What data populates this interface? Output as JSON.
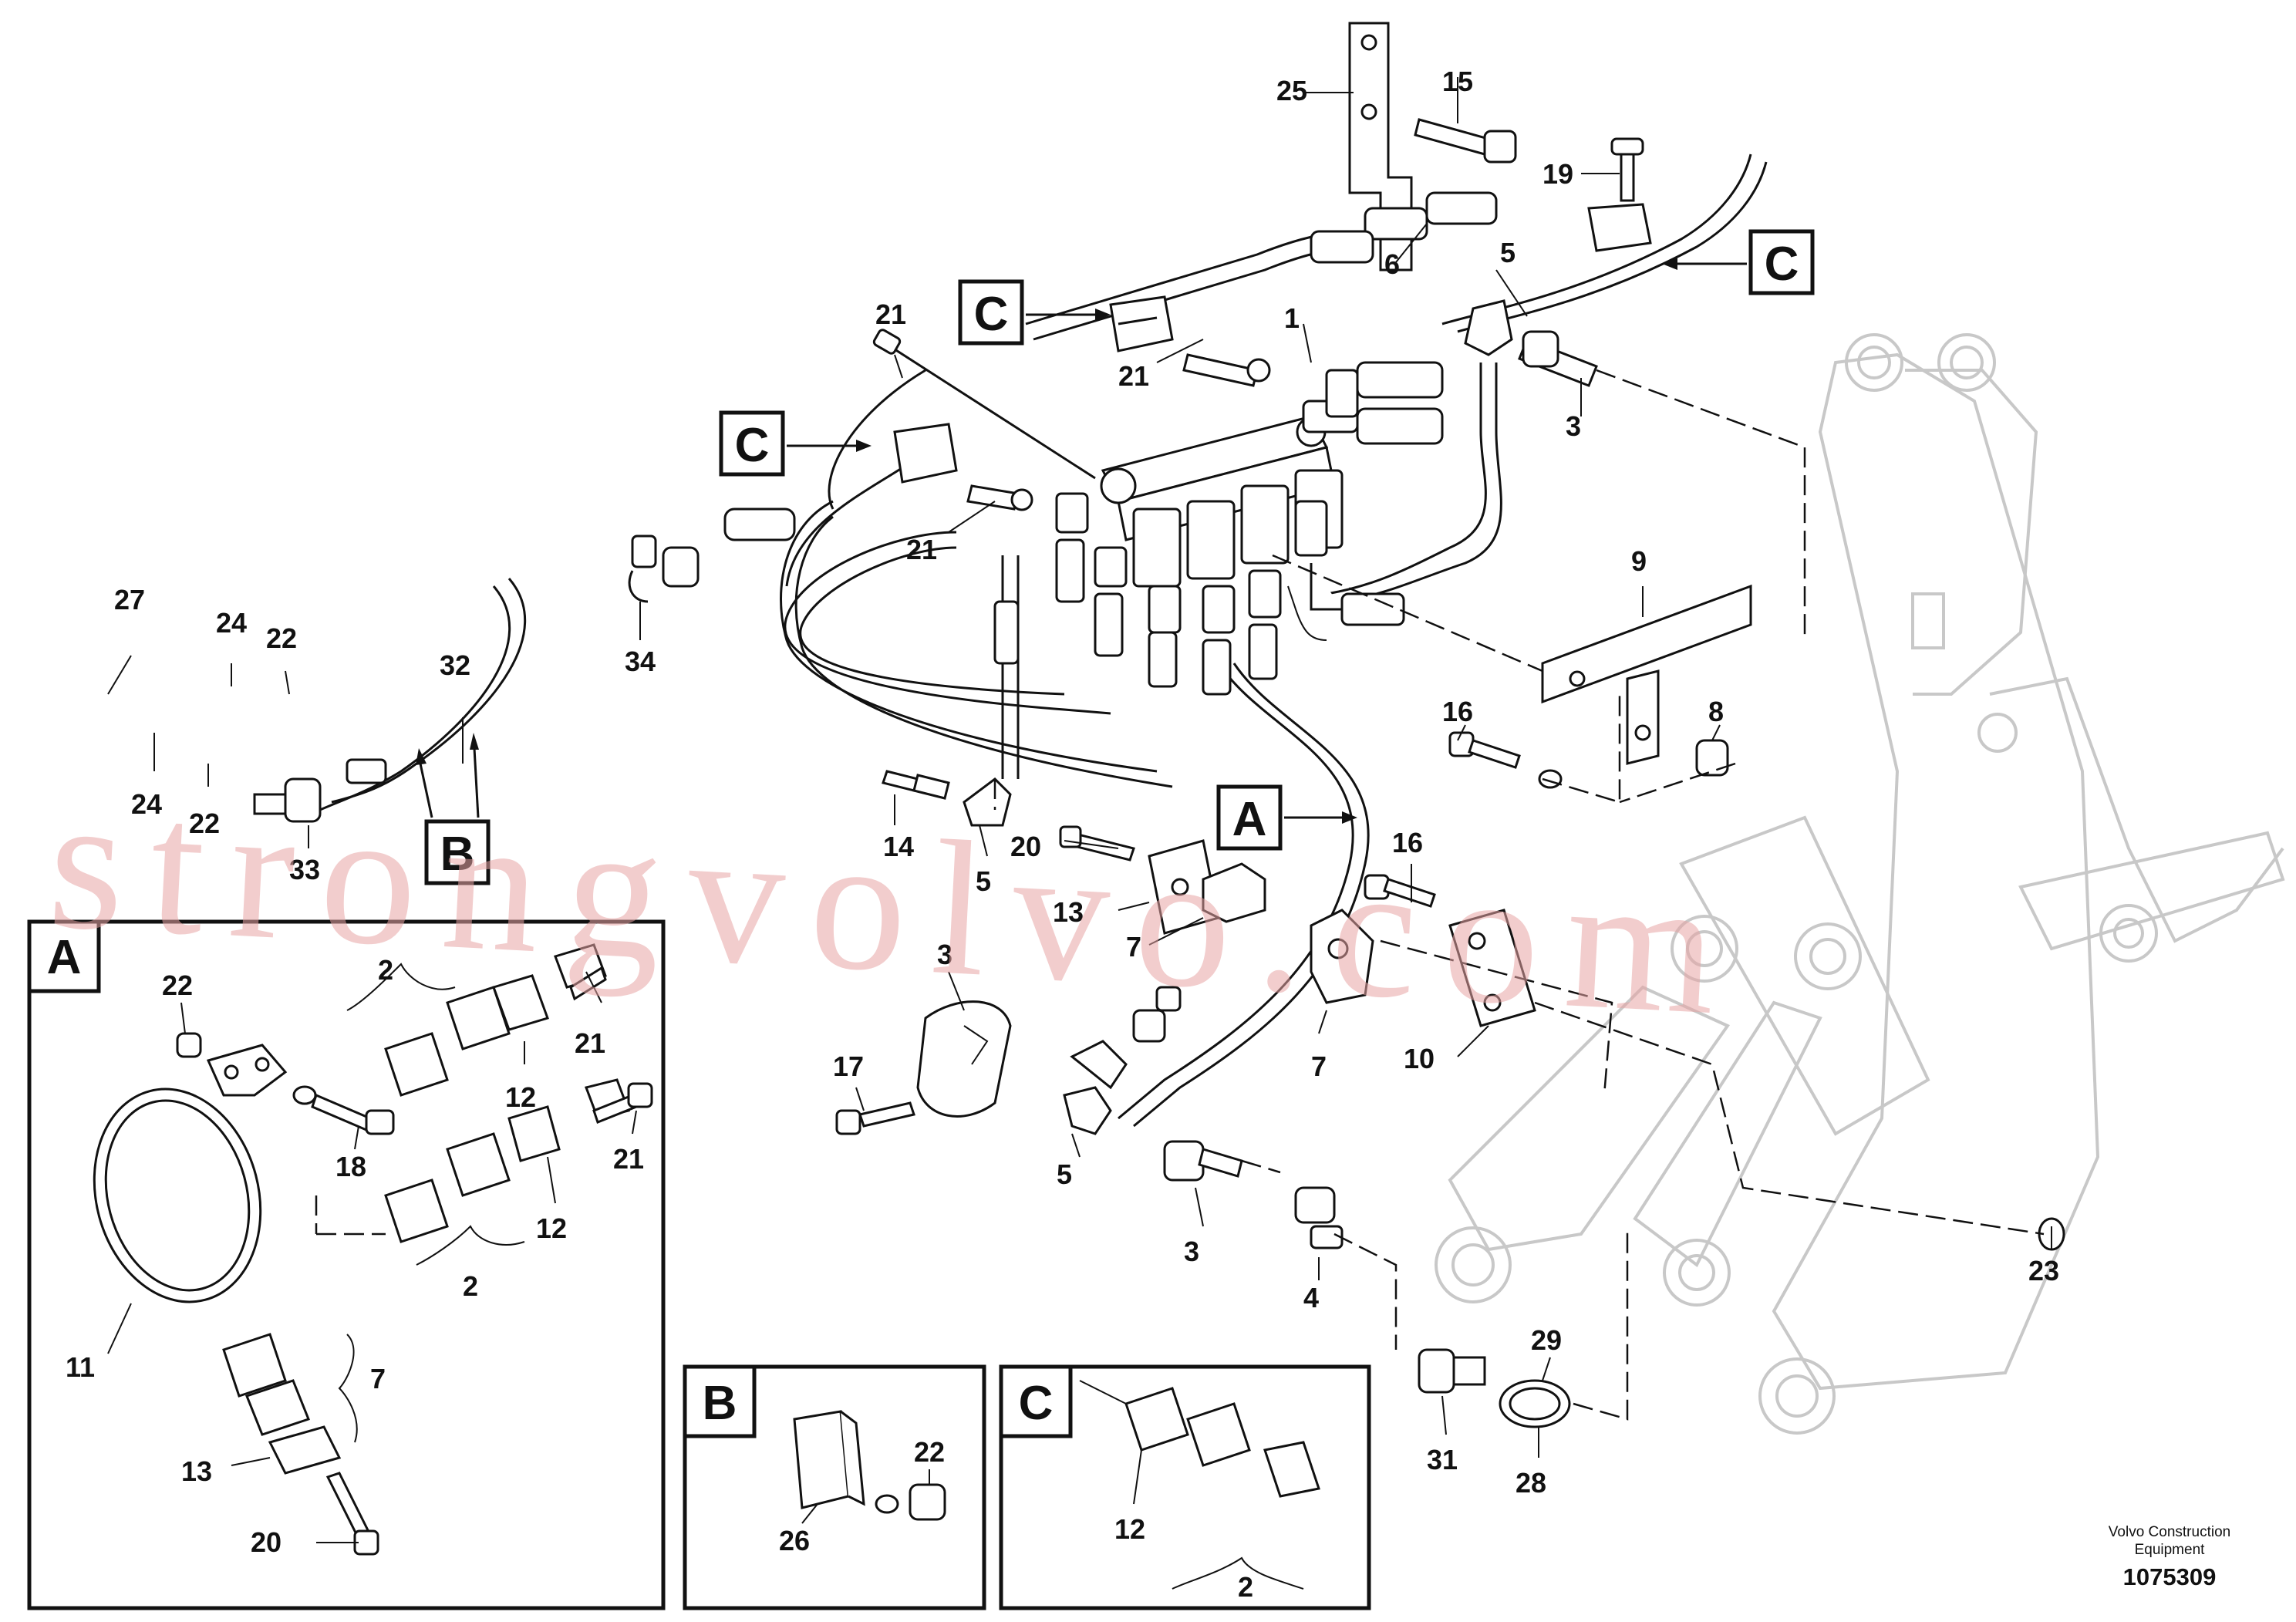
{
  "watermark": "strongvolvo.com",
  "footer": {
    "company_line1": "Volvo Construction",
    "company_line2": "Equipment",
    "drawing_number": "1075309"
  },
  "detail_boxes": {
    "A": "A",
    "B": "B",
    "C": "C"
  },
  "callouts": {
    "A": "A",
    "B": "B",
    "C": "C"
  },
  "labels": {
    "l1": "1",
    "l2a": "2",
    "l2b": "2",
    "l2c": "2",
    "l3a": "3",
    "l3b": "3",
    "l3c": "3",
    "l4": "4",
    "l5a": "5",
    "l5b": "5",
    "l5c": "5",
    "l6": "6",
    "l7a": "7",
    "l7b": "7",
    "l7c": "7",
    "l8": "8",
    "l9": "9",
    "l10": "10",
    "l11": "11",
    "l12a": "12",
    "l12b": "12",
    "l12c": "12",
    "l13a": "13",
    "l13b": "13",
    "l14": "14",
    "l15": "15",
    "l16a": "16",
    "l16b": "16",
    "l17": "17",
    "l18": "18",
    "l19": "19",
    "l20a": "20",
    "l20b": "20",
    "l21a": "21",
    "l21b": "21",
    "l21c": "21",
    "l21d": "21",
    "l21e": "21",
    "l22a": "22",
    "l22b": "22",
    "l22c": "22",
    "l22d": "22",
    "l23": "23",
    "l24a": "24",
    "l24b": "24",
    "l25": "25",
    "l26": "26",
    "l27": "27",
    "l28": "28",
    "l29": "29",
    "l31": "31",
    "l32": "32",
    "l33": "33",
    "l34": "34"
  }
}
